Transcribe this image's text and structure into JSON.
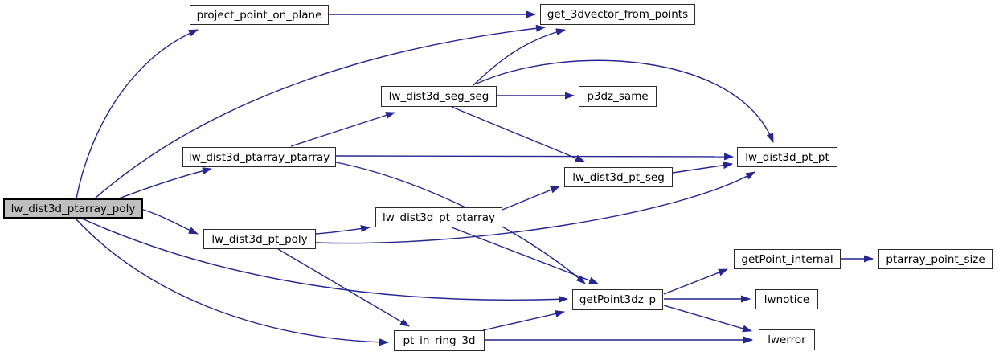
{
  "diagram": {
    "type": "call-graph",
    "focus_node": "lw_dist3d_ptarray_poly",
    "colors": {
      "edge": "#252593",
      "node_border": "#2b2b2b",
      "node_fill": "#ffffff",
      "focus_fill": "#bfbfbf",
      "text": "#000000",
      "background": "#ffffff"
    },
    "nodes": [
      {
        "id": "lw_dist3d_ptarray_poly",
        "label": "lw_dist3d_ptarray_poly",
        "focused": true
      },
      {
        "id": "project_point_on_plane",
        "label": "project_point_on_plane",
        "focused": false
      },
      {
        "id": "get_3dvector_from_points",
        "label": "get_3dvector_from_points",
        "focused": false
      },
      {
        "id": "lw_dist3d_seg_seg",
        "label": "lw_dist3d_seg_seg",
        "focused": false
      },
      {
        "id": "p3dz_same",
        "label": "p3dz_same",
        "focused": false
      },
      {
        "id": "lw_dist3d_ptarray_ptarray",
        "label": "lw_dist3d_ptarray_ptarray",
        "focused": false
      },
      {
        "id": "lw_dist3d_pt_pt",
        "label": "lw_dist3d_pt_pt",
        "focused": false
      },
      {
        "id": "lw_dist3d_pt_seg",
        "label": "lw_dist3d_pt_seg",
        "focused": false
      },
      {
        "id": "lw_dist3d_pt_ptarray",
        "label": "lw_dist3d_pt_ptarray",
        "focused": false
      },
      {
        "id": "lw_dist3d_pt_poly",
        "label": "lw_dist3d_pt_poly",
        "focused": false
      },
      {
        "id": "getPoint_internal",
        "label": "getPoint_internal",
        "focused": false
      },
      {
        "id": "ptarray_point_size",
        "label": "ptarray_point_size",
        "focused": false
      },
      {
        "id": "getPoint3dz_p",
        "label": "getPoint3dz_p",
        "focused": false
      },
      {
        "id": "lwnotice",
        "label": "lwnotice",
        "focused": false
      },
      {
        "id": "lwerror",
        "label": "lwerror",
        "focused": false
      },
      {
        "id": "pt_in_ring_3d",
        "label": "pt_in_ring_3d",
        "focused": false
      }
    ],
    "edges": [
      {
        "from": "lw_dist3d_ptarray_poly",
        "to": "project_point_on_plane"
      },
      {
        "from": "lw_dist3d_ptarray_poly",
        "to": "get_3dvector_from_points"
      },
      {
        "from": "lw_dist3d_ptarray_poly",
        "to": "lw_dist3d_ptarray_ptarray"
      },
      {
        "from": "lw_dist3d_ptarray_poly",
        "to": "lw_dist3d_pt_poly"
      },
      {
        "from": "lw_dist3d_ptarray_poly",
        "to": "getPoint3dz_p"
      },
      {
        "from": "lw_dist3d_ptarray_poly",
        "to": "pt_in_ring_3d"
      },
      {
        "from": "project_point_on_plane",
        "to": "get_3dvector_from_points"
      },
      {
        "from": "lw_dist3d_seg_seg",
        "to": "get_3dvector_from_points"
      },
      {
        "from": "lw_dist3d_seg_seg",
        "to": "p3dz_same"
      },
      {
        "from": "lw_dist3d_seg_seg",
        "to": "lw_dist3d_pt_seg"
      },
      {
        "from": "lw_dist3d_seg_seg",
        "to": "lw_dist3d_pt_pt"
      },
      {
        "from": "lw_dist3d_ptarray_ptarray",
        "to": "lw_dist3d_seg_seg"
      },
      {
        "from": "lw_dist3d_ptarray_ptarray",
        "to": "lw_dist3d_pt_pt"
      },
      {
        "from": "lw_dist3d_ptarray_ptarray",
        "to": "getPoint3dz_p"
      },
      {
        "from": "lw_dist3d_pt_seg",
        "to": "lw_dist3d_pt_pt"
      },
      {
        "from": "lw_dist3d_pt_ptarray",
        "to": "lw_dist3d_pt_seg"
      },
      {
        "from": "lw_dist3d_pt_ptarray",
        "to": "getPoint3dz_p"
      },
      {
        "from": "lw_dist3d_pt_poly",
        "to": "lw_dist3d_pt_ptarray"
      },
      {
        "from": "lw_dist3d_pt_poly",
        "to": "lw_dist3d_pt_pt"
      },
      {
        "from": "lw_dist3d_pt_poly",
        "to": "pt_in_ring_3d"
      },
      {
        "from": "pt_in_ring_3d",
        "to": "getPoint3dz_p"
      },
      {
        "from": "pt_in_ring_3d",
        "to": "lwerror"
      },
      {
        "from": "getPoint3dz_p",
        "to": "getPoint_internal"
      },
      {
        "from": "getPoint3dz_p",
        "to": "lwnotice"
      },
      {
        "from": "getPoint3dz_p",
        "to": "lwerror"
      },
      {
        "from": "getPoint_internal",
        "to": "ptarray_point_size"
      }
    ]
  }
}
